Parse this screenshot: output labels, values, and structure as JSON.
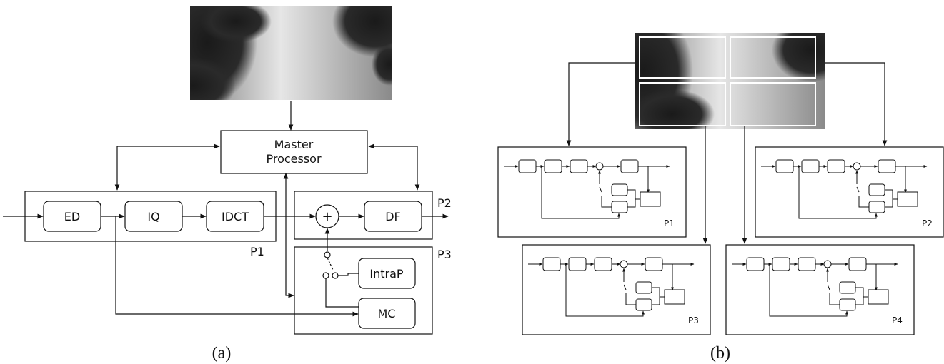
{
  "panel_a": {
    "caption": "(a)",
    "master_line1": "Master",
    "master_line2": "Processor",
    "blocks": {
      "ed": "ED",
      "iq": "IQ",
      "idct": "IDCT",
      "df": "DF",
      "intrap": "IntraP",
      "mc": "MC",
      "adder": "+"
    },
    "partitions": {
      "p1": "P1",
      "p2": "P2",
      "p3": "P3"
    }
  },
  "panel_b": {
    "caption": "(b)",
    "partitions": [
      "P1",
      "P2",
      "P3",
      "P4"
    ]
  },
  "colors": {
    "line": "#111111",
    "background": "#ffffff"
  }
}
